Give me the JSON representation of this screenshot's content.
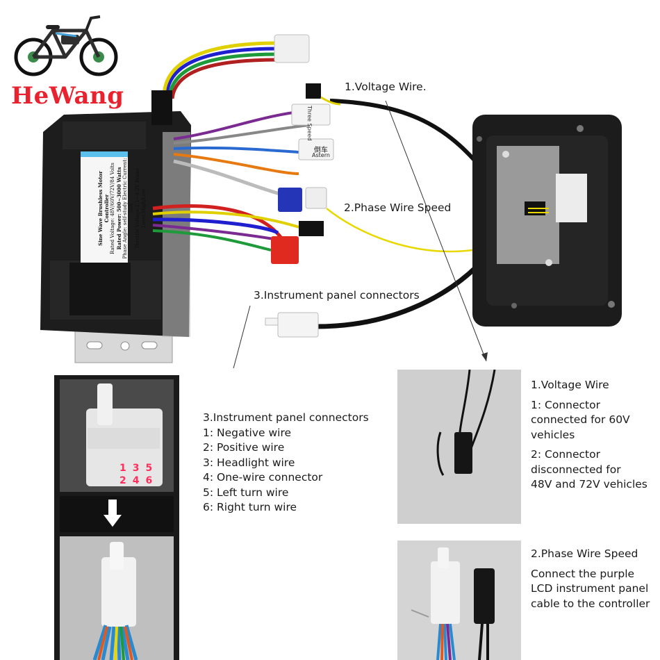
{
  "brand": {
    "name": "HeWang",
    "color": "#e8232f"
  },
  "controller": {
    "label_lines": [
      "Sine Wave Brushless Motor Controller",
      "Rated Voltage: 48V/60V/72V/84 Volts",
      "Rated Power: 500~3000 Watts",
      "Phase Angle: self-study Electric Current: 50A",
      "Throttle Voltage:1.1~4.2V Brake Level:High/Low"
    ]
  },
  "tags": {
    "three_speed": "Three Speed",
    "reverse_cn": "倒车",
    "reverse_en": "Astern"
  },
  "callouts": {
    "voltage_wire": "1.Voltage Wire.",
    "phase_wire": "2.Phase Wire Speed",
    "instrument_connectors": "3.Instrument panel connectors"
  },
  "pin_numbers": {
    "top": [
      "1",
      "3",
      "5"
    ],
    "bottom": [
      "2",
      "4",
      "6"
    ]
  },
  "instrument_section": {
    "title": "3.Instrument panel connectors",
    "items": [
      "1: Negative wire",
      "2: Positive wire",
      "3: Headlight wire",
      "4: One-wire connector",
      "5: Left turn wire",
      "6: Right turn wire"
    ]
  },
  "voltage_section": {
    "title": "1.Voltage Wire",
    "item1_lines": [
      "1: Connector",
      "connected for 60V",
      "vehicles"
    ],
    "item2_lines": [
      "2: Connector",
      "disconnected for",
      "48V and 72V vehicles"
    ]
  },
  "phase_section": {
    "title": "2.Phase Wire Speed",
    "desc_lines": [
      "Connect the purple",
      "LCD instrument panel",
      "cable to the controller"
    ]
  },
  "icons": [
    "bicycle-icon",
    "down-arrow-icon"
  ]
}
